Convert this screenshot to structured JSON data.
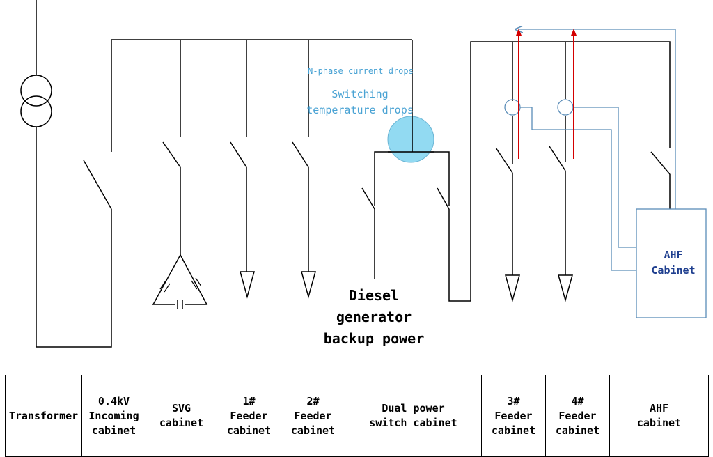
{
  "labels": {
    "n_phase": "N-phase current drops",
    "switching_line1": "Switching",
    "switching_line2": "temperature drops",
    "diesel_line1": "Diesel",
    "diesel_line2": "generator",
    "diesel_line3": "backup power",
    "ahf_line1": "AHF",
    "ahf_line2": "Cabinet"
  },
  "table": {
    "cells": [
      "Transformer",
      "0.4kV\nIncoming\ncabinet",
      "SVG\ncabinet",
      "1#\nFeeder\ncabinet",
      "2#\nFeeder\ncabinet",
      "Dual power\nswitch cabinet",
      "3#\nFeeder\ncabinet",
      "4#\nFeeder\ncabinet",
      "AHF\ncabinet"
    ]
  },
  "colors": {
    "line": "#000000",
    "signal": "#5b8db8",
    "arrow": "#d40000",
    "bubble": "#7fd3f0",
    "ahf_text": "#1f3f8f",
    "note_text": "#4aa3d4"
  }
}
